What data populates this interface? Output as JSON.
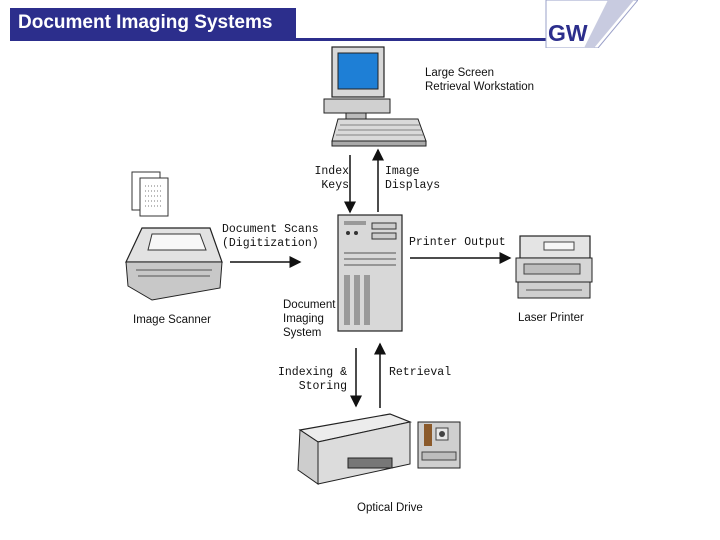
{
  "header": {
    "title": "Document Imaging Systems",
    "logo_text": "GW",
    "brand_color": "#2c2e8c"
  },
  "diagram": {
    "nodes": {
      "workstation": {
        "line1": "Large Screen",
        "line2": "Retrieval Workstation",
        "icon": "computer-workstation-icon"
      },
      "system": {
        "line1": "Document",
        "line2": "Imaging",
        "line3": "System",
        "icon": "server-tower-icon"
      },
      "scanner": {
        "label": "Image Scanner",
        "icon": "flatbed-scanner-icon"
      },
      "printer": {
        "label": "Laser Printer",
        "icon": "laser-printer-icon"
      },
      "optical": {
        "label": "Optical Drive",
        "icon": "optical-drive-icon"
      }
    },
    "edges": {
      "index_keys": {
        "line1": "Index",
        "line2": "Keys"
      },
      "image_displays": {
        "line1": "Image",
        "line2": "Displays"
      },
      "document_scans": {
        "line1": "Document Scans",
        "line2": "(Digitization)"
      },
      "printer_output": {
        "line1": "Printer Output"
      },
      "indexing_storing": {
        "line1": "Indexing &",
        "line2": "Storing"
      },
      "retrieval": {
        "line1": "Retrieval"
      }
    }
  }
}
